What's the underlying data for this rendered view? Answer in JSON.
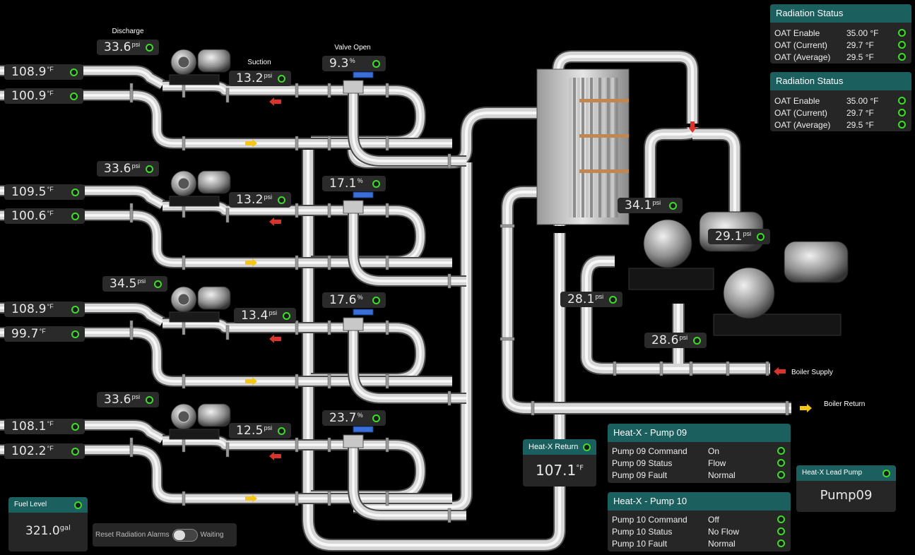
{
  "labels": {
    "discharge": "Discharge",
    "suction": "Suction",
    "valve_open": "Valve Open",
    "boiler_supply": "Boiler Supply",
    "boiler_return": "Boiler Return"
  },
  "units": {
    "psi": "psi",
    "pct": "%",
    "degf": "°F",
    "gal": "gal"
  },
  "loops": [
    {
      "supply_temp": "108.9",
      "return_temp": "100.9",
      "discharge": "33.6",
      "suction": "13.2",
      "valve": "9.3"
    },
    {
      "supply_temp": "109.5",
      "return_temp": "100.6",
      "discharge": "33.6",
      "suction": "13.2",
      "valve": "17.1"
    },
    {
      "supply_temp": "108.9",
      "return_temp": "99.7",
      "discharge": "34.5",
      "suction": "13.4",
      "valve": "17.6"
    },
    {
      "supply_temp": "108.1",
      "return_temp": "102.2",
      "discharge": "33.6",
      "suction": "12.5",
      "valve": "23.7"
    }
  ],
  "hx_pressures": {
    "p1": "34.1",
    "p2": "29.1",
    "p3": "28.1",
    "p4": "28.6"
  },
  "radiation_panels": [
    {
      "title": "Radiation Status",
      "rows": [
        {
          "label": "OAT Enable",
          "value": "35.00 °F"
        },
        {
          "label": "OAT (Current)",
          "value": "29.7 °F"
        },
        {
          "label": "OAT (Average)",
          "value": "29.5 °F"
        }
      ]
    },
    {
      "title": "Radiation Status",
      "rows": [
        {
          "label": "OAT Enable",
          "value": "35.00 °F"
        },
        {
          "label": "OAT (Current)",
          "value": "29.7 °F"
        },
        {
          "label": "OAT (Average)",
          "value": "29.5 °F"
        }
      ]
    }
  ],
  "heatx_return": {
    "title": "Heat-X Return",
    "value": "107.1"
  },
  "pump09": {
    "title": "Heat-X - Pump 09",
    "rows": [
      {
        "label": "Pump 09 Command",
        "value": "On"
      },
      {
        "label": "Pump 09 Status",
        "value": "Flow"
      },
      {
        "label": "Pump 09 Fault",
        "value": "Normal"
      }
    ]
  },
  "pump10": {
    "title": "Heat-X - Pump 10",
    "rows": [
      {
        "label": "Pump 10 Command",
        "value": "Off"
      },
      {
        "label": "Pump 10 Status",
        "value": "No Flow"
      },
      {
        "label": "Pump 10 Fault",
        "value": "Normal"
      }
    ]
  },
  "lead_pump": {
    "title": "Heat-X Lead Pump",
    "value": "Pump09"
  },
  "fuel": {
    "title": "Fuel Level",
    "value": "321.0"
  },
  "reset": {
    "label": "Reset Radiation Alarms",
    "status": "Waiting"
  },
  "colors": {
    "status_ok": "#3ddc2a",
    "header": "#1b5f5f",
    "panel": "#262626",
    "supply_arrow": "#f5c518",
    "return_arrow": "#d9332b"
  }
}
